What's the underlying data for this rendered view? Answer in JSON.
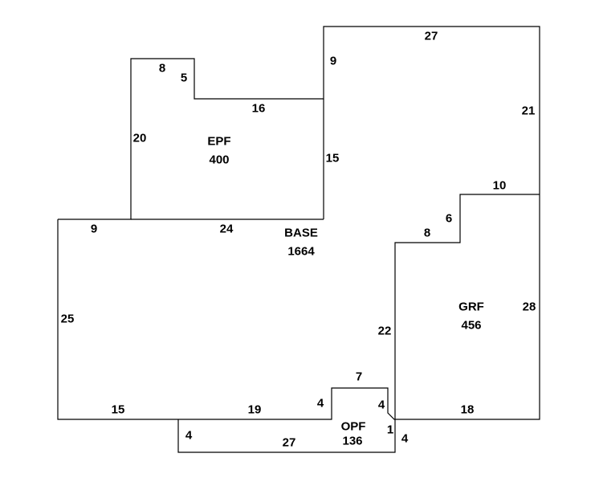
{
  "areas": {
    "epf": {
      "name": "EPF",
      "value": "400"
    },
    "base": {
      "name": "BASE",
      "value": "1664"
    },
    "grf": {
      "name": "GRF",
      "value": "456"
    },
    "opf": {
      "name": "OPF",
      "value": "136"
    }
  },
  "dimensions": {
    "top_27": "27",
    "left_9": "9",
    "right_21": "21",
    "step_10": "10",
    "epf_8": "8",
    "epf_5": "5",
    "epf_16": "16",
    "epf_20": "20",
    "epf_15": "15",
    "base_9": "9",
    "base_24": "24",
    "base_25": "25",
    "grf_6": "6",
    "grf_8": "8",
    "grf_28": "28",
    "grf_22": "22",
    "grf_18": "18",
    "bot_15": "15",
    "bot_19": "19",
    "opf_7": "7",
    "opf_4a": "4",
    "opf_4b": "4",
    "opf_4c": "4",
    "opf_27": "27",
    "opf_1": "1",
    "opf_4d": "4"
  }
}
